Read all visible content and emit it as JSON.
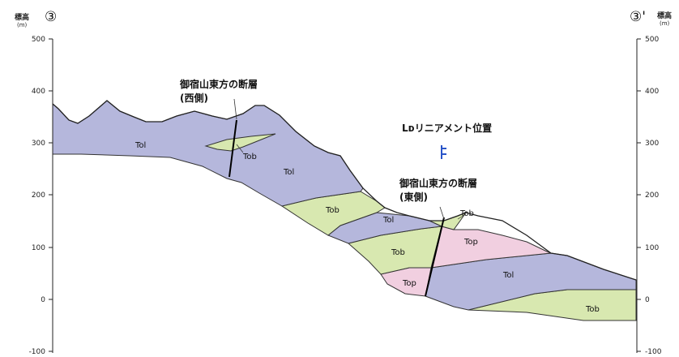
{
  "header": {
    "left_unit": "標高",
    "left_unit_sub": "(m)",
    "left_marker": "③",
    "right_marker": "③'",
    "right_unit": "標高",
    "right_unit_sub": "(m)"
  },
  "axis": {
    "ticks": [
      "500",
      "400",
      "300",
      "200",
      "100",
      "0",
      "-100"
    ]
  },
  "units": {
    "tol_1": "Tol",
    "tob_1": "Tob",
    "tol_2": "Tol",
    "tob_2": "Tob",
    "tol_3": "Tol",
    "tob_3": "Tob",
    "top_1": "Top",
    "tob_4": "Tob",
    "top_2": "Top",
    "tol_4": "Tol",
    "tob_5": "Tob"
  },
  "annotations": {
    "fault_west_1": "御宿山東方の断層",
    "fault_west_2": "(西側)",
    "lineament": "Lᴅリニアメント位置",
    "fault_east_1": "御宿山東方の断層",
    "fault_east_2": "(東側)"
  },
  "colors": {
    "tol": "#b5b7dc",
    "tob": "#d8e8b0",
    "top": "#f1cfe0",
    "lineament_marker": "#2a55c8"
  }
}
